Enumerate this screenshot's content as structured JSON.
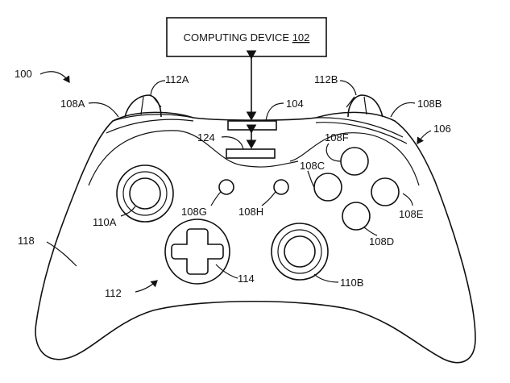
{
  "computing_device": {
    "label": "COMPUTING DEVICE ",
    "ref": "102"
  },
  "refs": {
    "r100": "100",
    "r112A": "112A",
    "r112B": "112B",
    "r108A": "108A",
    "r108B": "108B",
    "r104": "104",
    "r106": "106",
    "r124": "124",
    "r108F": "108F",
    "r108C": "108C",
    "r108G": "108G",
    "r108H": "108H",
    "r110A": "110A",
    "r108E": "108E",
    "r118": "118",
    "r108D": "108D",
    "r112": "112",
    "r114": "114",
    "r110B": "110B"
  }
}
